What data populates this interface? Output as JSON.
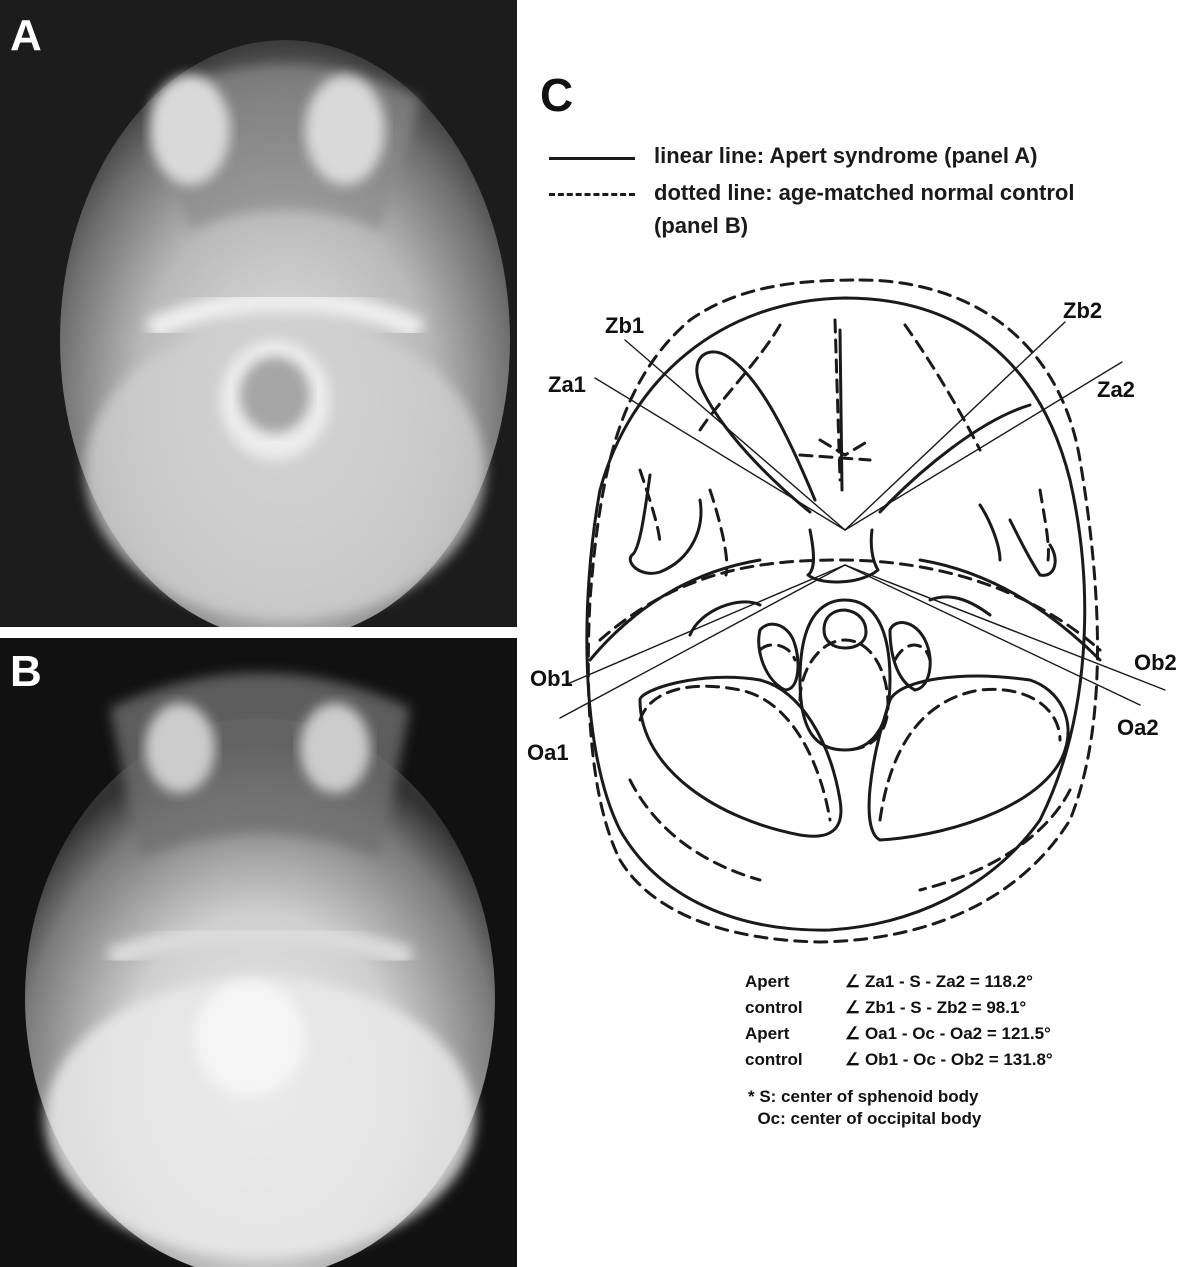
{
  "panels": {
    "a_label": "A",
    "b_label": "B",
    "c_label": "C"
  },
  "legend": {
    "solid": "linear line: Apert syndrome (panel A)",
    "dotted_line1": "dotted line: age-matched normal control",
    "dotted_line2": "(panel B)"
  },
  "diagram_labels": {
    "zb1": "Zb1",
    "za1": "Za1",
    "zb2": "Zb2",
    "za2": "Za2",
    "ob1": "Ob1",
    "oa1": "Oa1",
    "ob2": "Ob2",
    "oa2": "Oa2"
  },
  "measurements": [
    {
      "group": "Apert",
      "formula": "∠ Za1 - S - Za2 = 118.2°"
    },
    {
      "group": "control",
      "formula": "∠ Zb1 - S - Zb2 = 98.1°"
    },
    {
      "group": "Apert",
      "formula": "∠ Oa1 - Oc - Oa2 = 121.5°"
    },
    {
      "group": "control",
      "formula": "∠ Ob1 - Oc - Ob2 = 131.8°"
    }
  ],
  "notes": {
    "line1": "* S: center of sphenoid body",
    "line2": "  Oc: center of occipital body"
  }
}
